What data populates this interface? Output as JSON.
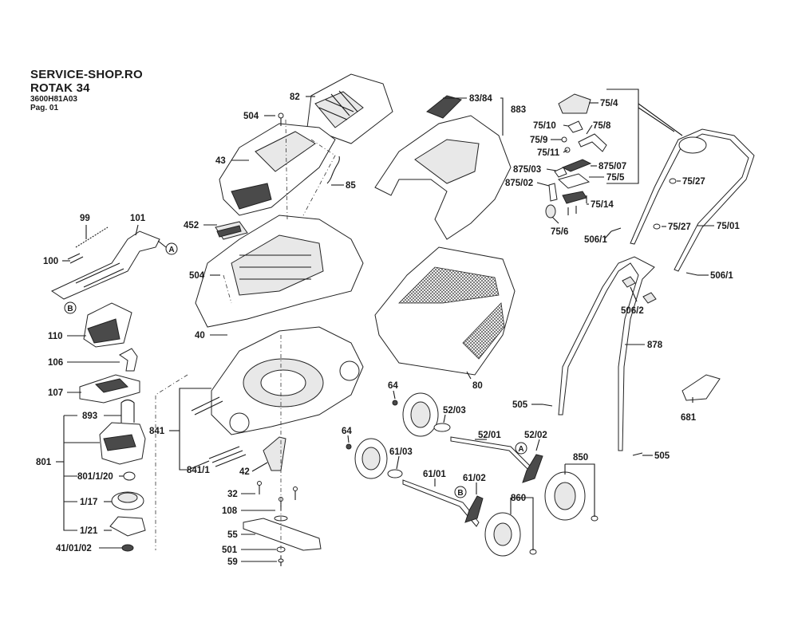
{
  "header": {
    "shop": "SERVICE-SHOP.RO",
    "model": "ROTAK 34",
    "code": "3600H81A03",
    "page": "Pag. 01"
  },
  "callouts": {
    "a_top": "A",
    "a_right": "A",
    "b_left": "B",
    "b_right": "B"
  },
  "labels": {
    "l82": "82",
    "l504a": "504",
    "l43": "43",
    "l85": "85",
    "l452": "452",
    "l504b": "504",
    "l40": "40",
    "l99": "99",
    "l101": "101",
    "l100": "100",
    "l110": "110",
    "l106": "106",
    "l107": "107",
    "l893": "893",
    "l801": "801",
    "l801_1_20": "801/1/20",
    "l1_17": "1/17",
    "l1_21": "1/21",
    "l41_01_02": "41/01/02",
    "l841": "841",
    "l841_1": "841/1",
    "l42": "42",
    "l32": "32",
    "l108": "108",
    "l55": "55",
    "l501": "501",
    "l59": "59",
    "l83_84": "83/84",
    "l883": "883",
    "l80": "80",
    "l64a": "64",
    "l64b": "64",
    "l52_03": "52/03",
    "l52_01": "52/01",
    "l52_02": "52/02",
    "l61_03": "61/03",
    "l61_01": "61/01",
    "l61_02": "61/02",
    "l860": "860",
    "l850": "850",
    "l505a": "505",
    "l505b": "505",
    "l681": "681",
    "l878": "878",
    "l506_2": "506/2",
    "l506_1a": "506/1",
    "l506_1b": "506/1",
    "l75_01": "75/01",
    "l75_27a": "75/27",
    "l75_27b": "75/27",
    "l75_4": "75/4",
    "l75_10": "75/10",
    "l75_8": "75/8",
    "l75_9": "75/9",
    "l75_11": "75/11",
    "l875_07": "875/07",
    "l875_03": "875/03",
    "l75_5": "75/5",
    "l875_02": "875/02",
    "l75_14": "75/14",
    "l75_6": "75/6"
  }
}
